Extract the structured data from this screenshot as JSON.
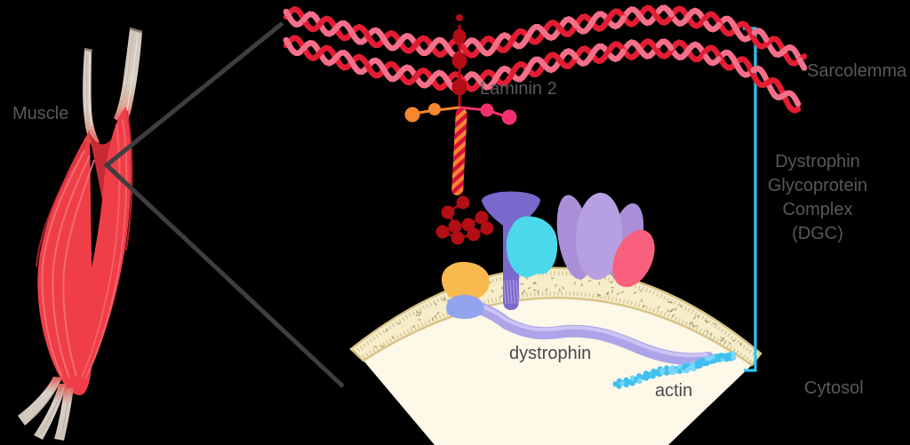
{
  "title": "Dystrophin Glycoprotein Complex diagram",
  "labels": {
    "muscle": "Muscle",
    "laminin": "Laminin 2",
    "sarcolemma": "Sarcolemma",
    "dgc_lines": [
      "Dystrophin",
      "Glycoprotein",
      "Complex",
      "(DGC)"
    ],
    "dystrophin": "dystrophin",
    "actin": "actin",
    "cytosol": "Cytosol"
  },
  "colors": {
    "background": "#000000",
    "label_gray": "#58595B",
    "pointer_line": "#3E3E40",
    "bracket_cyan": "#2BC5F6",
    "helix_red": "#E21D33",
    "helix_pink": "#F4708A",
    "laminin_dark_red": "#B30D15",
    "laminin_orange": "#F6872F",
    "laminin_magenta": "#F3316C",
    "rod_stripe_red": "#D81039",
    "rod_stripe_orange": "#F6872F",
    "dystroglycan_purple": "#7B68CC",
    "protein_cyan": "#4AD8EA",
    "sarcoglycan_lavender": "#A98FD8",
    "sarcoglycan_lavender_light": "#B7A0E2",
    "protein_pink": "#F8607E",
    "protein_orange": "#F9B94E",
    "protein_periwinkle": "#92A4ED",
    "dystrophin_ribbon": "#ACA3E8",
    "dystrophin_ribbon_highlight": "#CFC8F5",
    "actin_blue": "#3FC0F0",
    "actin_blue_light": "#7AD6F8",
    "membrane_fill": "#F6EDCB",
    "membrane_edge": "#D9C488",
    "membrane_speckle": "#8A7847",
    "cytosol_fill": "#FDF8E8",
    "muscle_red": "#EF3E47",
    "muscle_red_dark": "#D22C38",
    "muscle_red_light": "#F8737B",
    "tendon_beige": "#D9D0C6"
  }
}
